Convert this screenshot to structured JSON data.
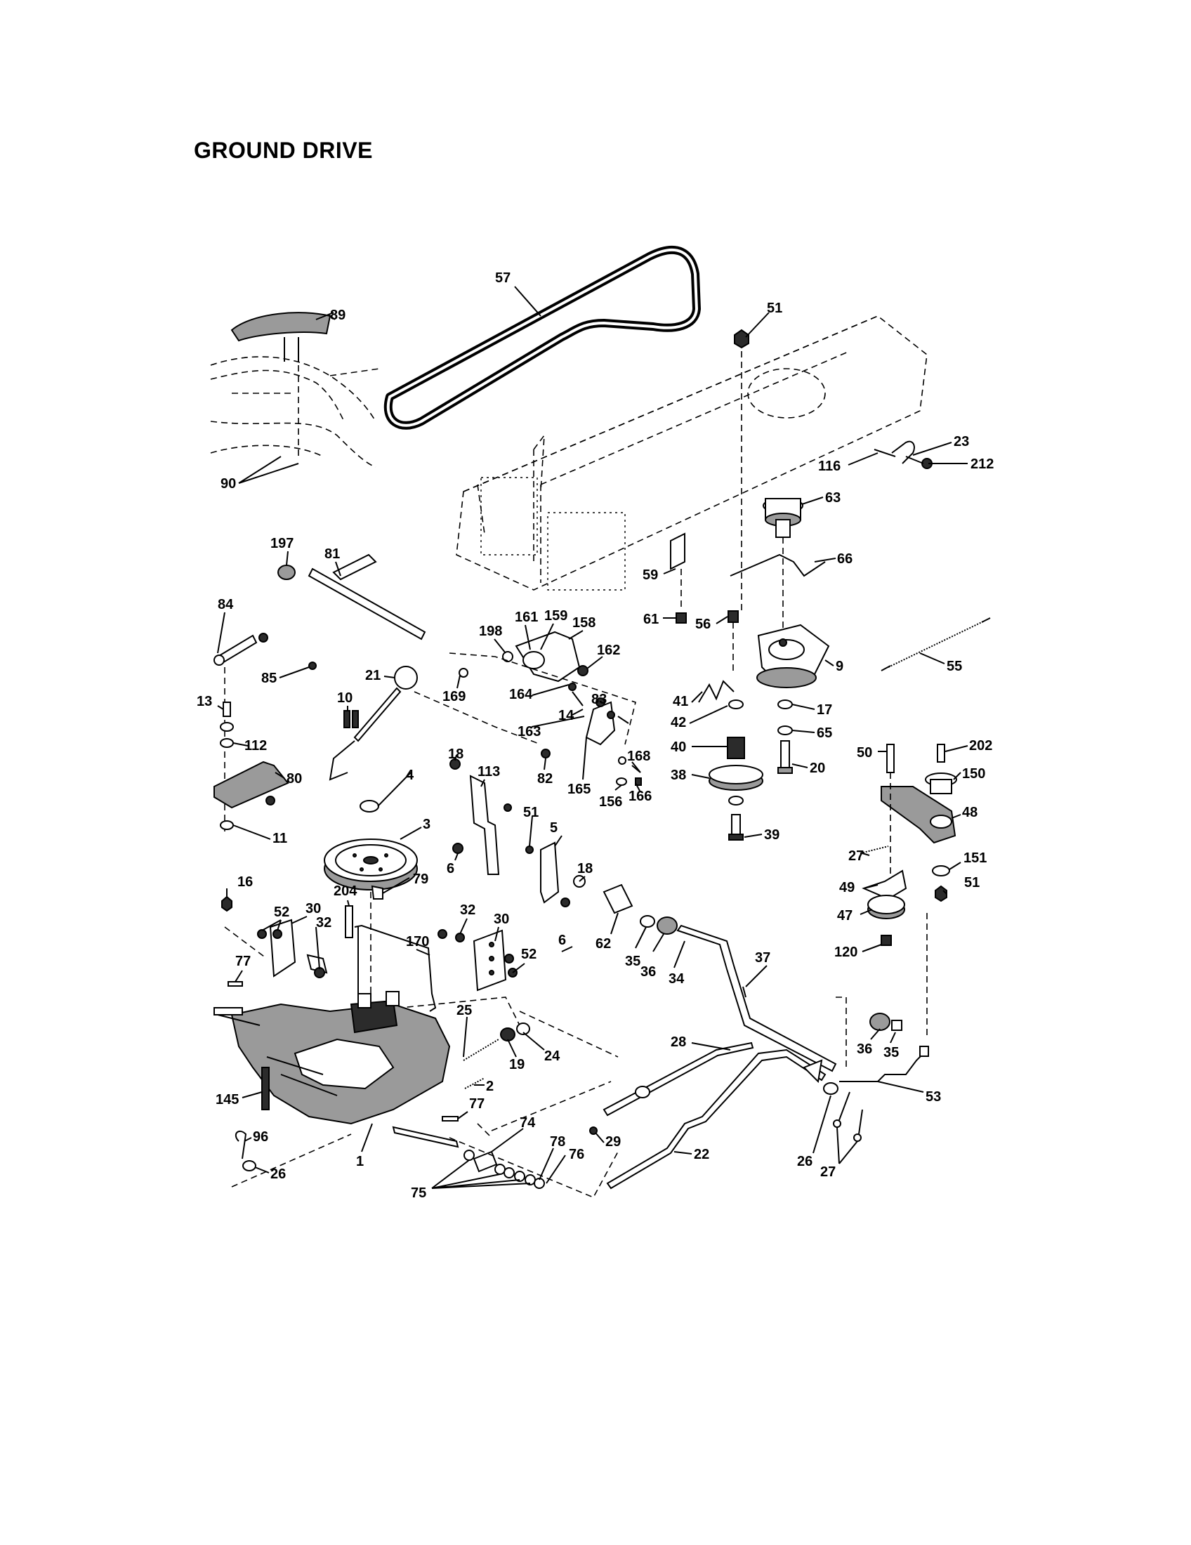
{
  "title": "GROUND DRIVE",
  "callouts": [
    "57",
    "89",
    "90",
    "51",
    "23",
    "116",
    "212",
    "63",
    "66",
    "59",
    "61",
    "56",
    "197",
    "81",
    "84",
    "85",
    "198",
    "161",
    "159",
    "158",
    "162",
    "9",
    "55",
    "21",
    "169",
    "164",
    "83",
    "14",
    "10",
    "41",
    "17",
    "42",
    "65",
    "163",
    "168",
    "13",
    "112",
    "80",
    "40",
    "202",
    "20",
    "50",
    "150",
    "82",
    "18",
    "113",
    "165",
    "156",
    "166",
    "38",
    "48",
    "4",
    "3",
    "51",
    "5",
    "39",
    "11",
    "6",
    "27",
    "151",
    "18",
    "49",
    "16",
    "204",
    "79",
    "47",
    "51",
    "52",
    "30",
    "32",
    "32",
    "30",
    "62",
    "120",
    "77",
    "170",
    "52",
    "6",
    "35",
    "36",
    "37",
    "34",
    "25",
    "24",
    "28",
    "19",
    "36",
    "35",
    "53",
    "145",
    "77",
    "2",
    "74",
    "96",
    "78",
    "76",
    "29",
    "22",
    "26",
    "27",
    "1",
    "26",
    "75"
  ]
}
